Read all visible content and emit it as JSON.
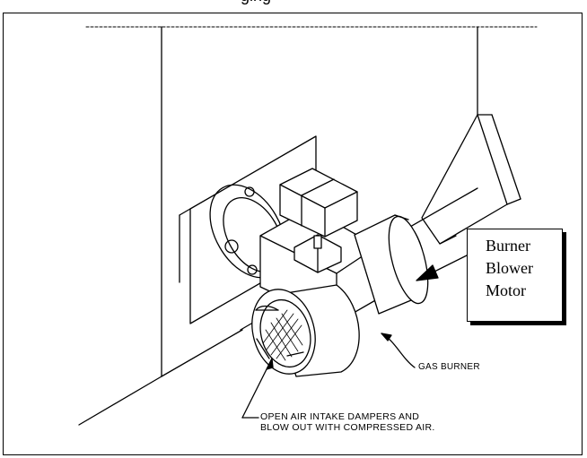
{
  "header": {
    "clipped_text": "ging"
  },
  "callout": {
    "lines": [
      "Burner",
      "Blower",
      "Motor"
    ]
  },
  "labels": {
    "gas_burner": "GAS BURNER",
    "air_intake_line1": "OPEN AIR INTAKE DAMPERS AND",
    "air_intake_line2": "BLOW OUT WITH COMPRESSED AIR."
  }
}
